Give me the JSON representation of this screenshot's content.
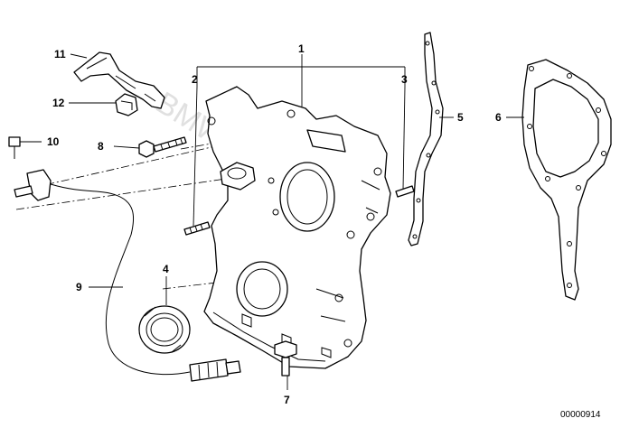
{
  "labels": {
    "l1": "1",
    "l2": "2",
    "l3": "3",
    "l4": "4",
    "l5": "5",
    "l6": "6",
    "l7": "7",
    "l8": "8",
    "l9": "9",
    "l10": "10",
    "l11": "11",
    "l12": "12"
  },
  "watermark": "BMWstore.pl",
  "reference_number": "00000914"
}
